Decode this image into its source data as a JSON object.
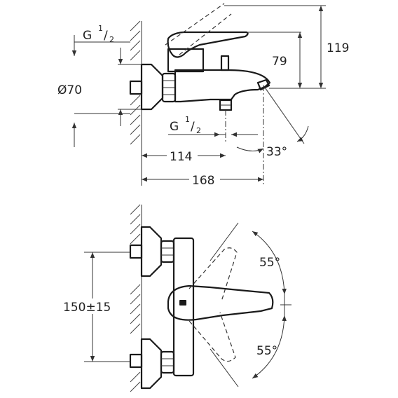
{
  "side_view": {
    "thread_top": {
      "base": "G",
      "sup": "1",
      "sub": "2"
    },
    "thread_bottom": {
      "base": "G",
      "sup": "1",
      "sub": "2"
    },
    "rosette_diameter": "Ø70",
    "height_total": "119",
    "height_spout": "79",
    "depth_inlet": "114",
    "depth_total": "168",
    "spout_angle": "33°"
  },
  "front_view": {
    "inlet_spacing": "150±15",
    "lever_angle_up": "55°",
    "lever_angle_down": "55°"
  },
  "colors": {
    "line": "#1a1a1a",
    "dimension": "#333333",
    "background": "#ffffff"
  }
}
